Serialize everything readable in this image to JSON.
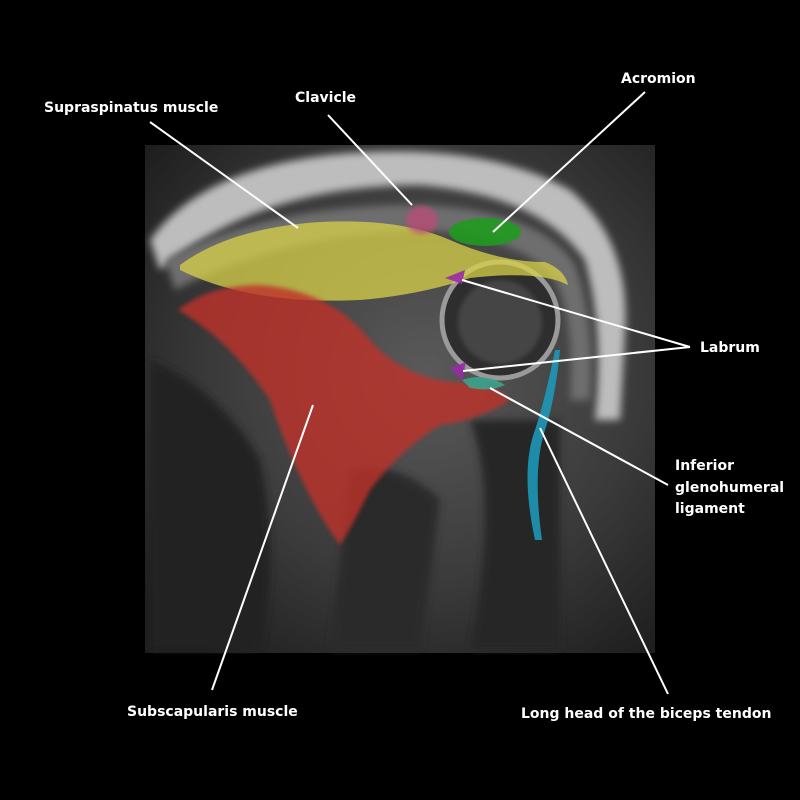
{
  "labels": {
    "supraspinatus": "Supraspinatus muscle",
    "clavicle": "Clavicle",
    "acromion": "Acromion",
    "labrum": "Labrum",
    "inferior_gh_ligament": [
      "Inferior",
      "glenohumeral",
      "ligament"
    ],
    "subscapularis": "Subscapularis muscle",
    "biceps_tendon": "Long head of the biceps tendon"
  },
  "colors": {
    "supraspinatus": "#d8d24a",
    "subscapularis": "#c0302c",
    "acromion": "#1f9a1f",
    "clavicle": "#c24a78",
    "labrum": "#9a2aa8",
    "ligament": "#3aa890",
    "biceps": "#1e98b8"
  }
}
